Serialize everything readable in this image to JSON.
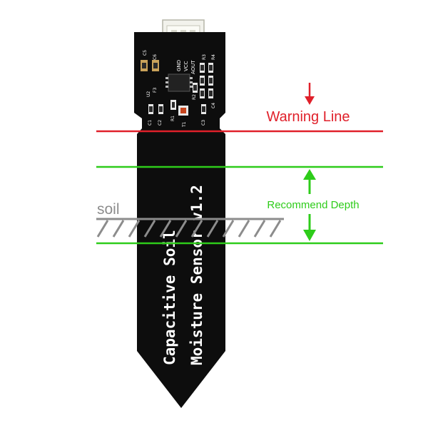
{
  "sensor": {
    "title_line1": "Capacitive Soil",
    "title_line2": "Moisture Sensor v1.2",
    "pins": [
      "GND",
      "VCC",
      "AOUT"
    ],
    "designators": [
      "C5",
      "C6",
      "U2",
      "F3",
      "C1",
      "C2",
      "R1",
      "T1",
      "R2",
      "R3",
      "R4",
      "C3",
      "C4"
    ]
  },
  "annotations": {
    "warning_label": "Warning Line",
    "recommend_label": "Recommend Depth",
    "soil_label": "soil"
  },
  "colors": {
    "warning": "#e0202a",
    "recommend": "#2ecc1a",
    "soil": "#8c8c8c",
    "board": "#0d0d0d"
  }
}
